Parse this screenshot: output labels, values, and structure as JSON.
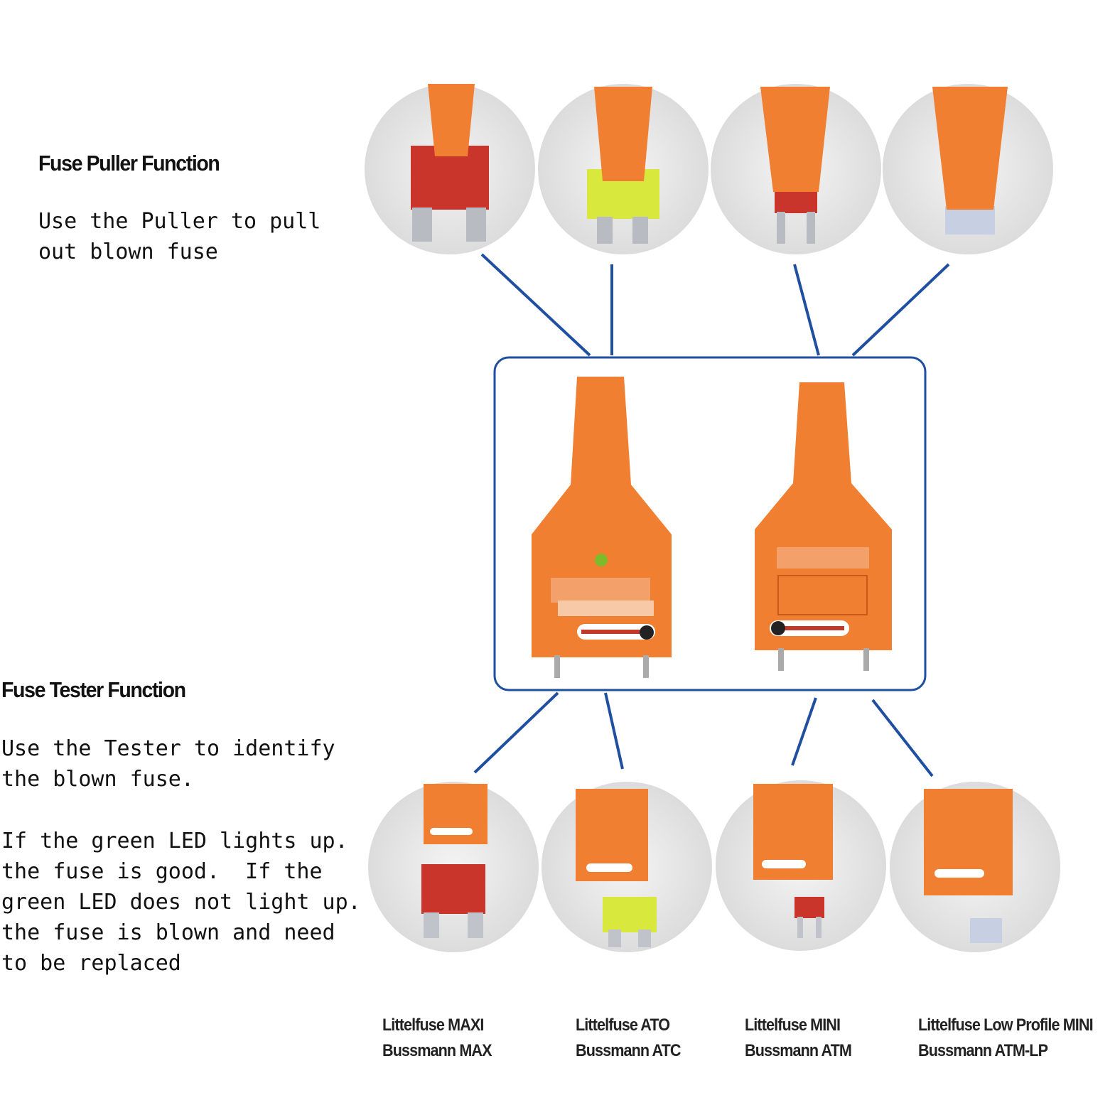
{
  "puller": {
    "heading": "Fuse Puller Function",
    "line1": "Use the Puller to pull",
    "line2": "out blown fuse"
  },
  "tester": {
    "heading": "Fuse Tester Function",
    "line1": "Use the Tester to identify",
    "line2": "the blown fuse.",
    "line3": "If the green LED lights up.",
    "line4": "the fuse is good.  If the",
    "line5": "green LED does not light up.",
    "line6": "the fuse is blown and need",
    "line7": "to be replaced"
  },
  "fuse_types": [
    {
      "line1": "Littelfuse MAXI",
      "line2": "Bussmann MAX",
      "color": "#d0392b"
    },
    {
      "line1": "Littelfuse ATO",
      "line2": "Bussmann ATC",
      "color": "#d6e83a"
    },
    {
      "line1": "Littelfuse MINI",
      "line2": "Bussmann ATM",
      "color": "#d0392b"
    },
    {
      "line1": "Littelfuse Low Profile MINI",
      "line2": "Bussmann ATM-LP",
      "color": "#b9c6dc"
    }
  ],
  "colors": {
    "tool_orange": "#f07f32",
    "connector_blue": "#1f4fa0",
    "led_green": "#7dbb2a"
  }
}
